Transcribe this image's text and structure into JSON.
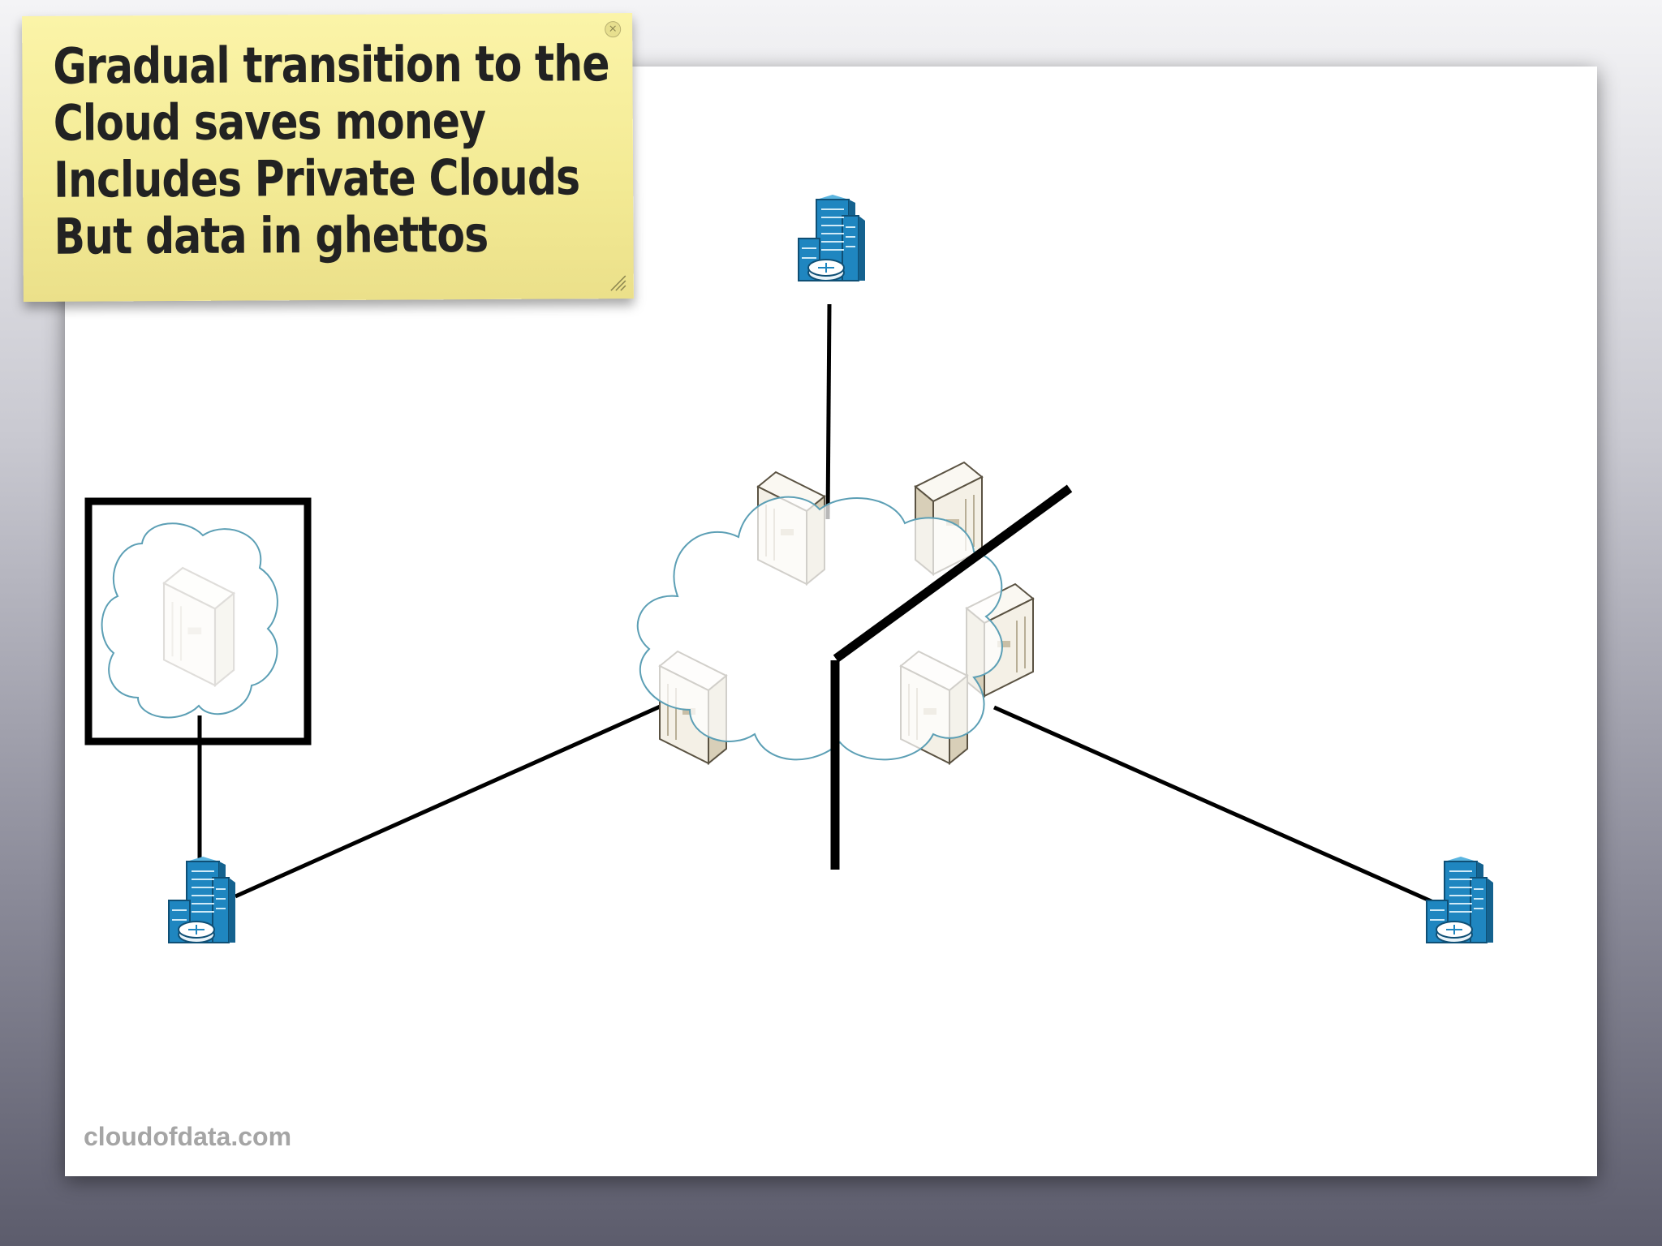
{
  "note": {
    "lines": [
      "Gradual transition to the",
      "Cloud saves money",
      "Includes Private Clouds",
      "But data in ghettos"
    ],
    "close_icon": "close-icon",
    "resize_icon": "resize-grip-icon",
    "background_color": "#f6ee9c"
  },
  "watermark": "cloudofdata.com",
  "diagram": {
    "nodes": [
      {
        "name": "building-top",
        "icon": "office-building-router-icon"
      },
      {
        "name": "building-bottom-left",
        "icon": "office-building-router-icon"
      },
      {
        "name": "building-bottom-right",
        "icon": "office-building-router-icon"
      },
      {
        "name": "central-cloud",
        "icon": "cloud-icon"
      },
      {
        "name": "private-cloud",
        "icon": "cloud-icon"
      }
    ],
    "colors": {
      "building": "#1e7fb8",
      "cloud_outline": "#5c9fb5",
      "server": "#f2eee4",
      "line": "#000000"
    }
  }
}
